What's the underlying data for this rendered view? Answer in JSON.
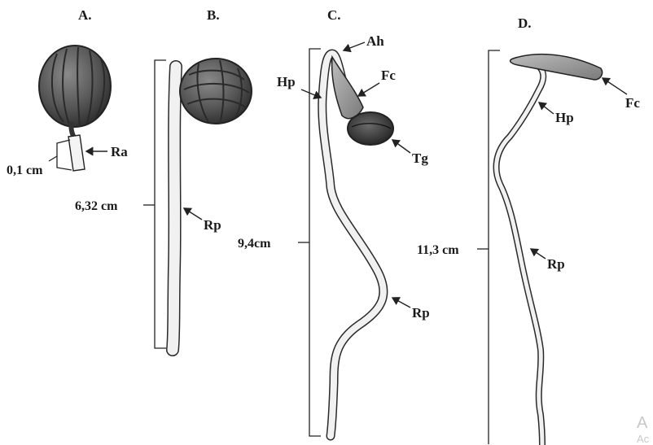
{
  "panels": [
    {
      "id": "A",
      "title": "A.",
      "measure": "0,1 cm",
      "parts": [
        "Ra"
      ]
    },
    {
      "id": "B",
      "title": "B.",
      "measure": "6,32 cm",
      "parts": [
        "Rp"
      ]
    },
    {
      "id": "C",
      "title": "C.",
      "measure": "9,4cm",
      "parts": [
        "Ah",
        "Hp",
        "Fc",
        "Tg",
        "Rp"
      ]
    },
    {
      "id": "D",
      "title": "D.",
      "measure": "11,3 cm",
      "parts": [
        "Fc",
        "Hp",
        "Rp"
      ]
    }
  ],
  "watermark": {
    "line1": "A",
    "line2": "Ac"
  }
}
